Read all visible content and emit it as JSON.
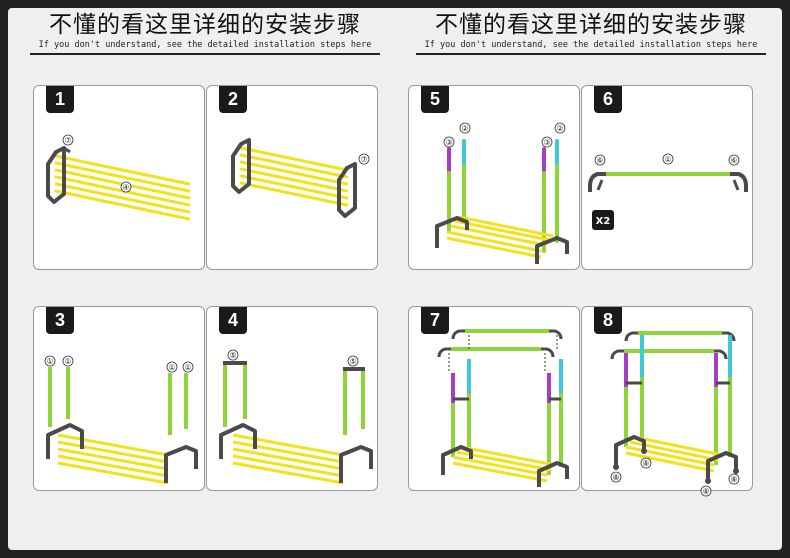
{
  "header": {
    "title_cn": "不懂的看这里详细的安装步骤",
    "subtitle_en": "If you don't understand, see the detailed installation steps here"
  },
  "steps": [
    {
      "number": "1",
      "labels": [
        "⑦",
        "④"
      ]
    },
    {
      "number": "2",
      "labels": [
        "⑦"
      ]
    },
    {
      "number": "3",
      "labels": [
        "①",
        "①",
        "①",
        "①"
      ]
    },
    {
      "number": "4",
      "labels": [
        "⑤",
        "⑤"
      ]
    },
    {
      "number": "5",
      "labels": [
        "③",
        "②",
        "③",
        "②"
      ]
    },
    {
      "number": "6",
      "labels": [
        "⑥",
        "①",
        "⑥"
      ],
      "multiplier": "X2"
    },
    {
      "number": "7",
      "labels": []
    },
    {
      "number": "8",
      "labels": [
        "⑧",
        "⑧",
        "⑧",
        "⑧"
      ]
    }
  ],
  "colors": {
    "rod_yellow": "#f2e21c",
    "pole_green": "#8fd53a",
    "pole_purple": "#a23ec9",
    "pole_cyan": "#3fc8d8",
    "frame_gray": "#4a4a4a",
    "badge_black": "#1a1a1a"
  }
}
